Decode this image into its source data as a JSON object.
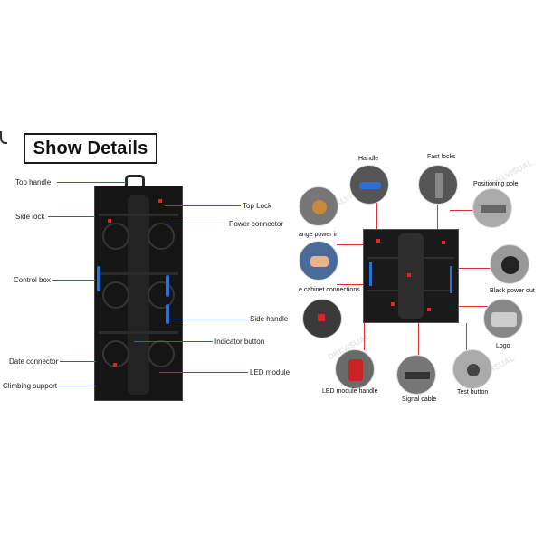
{
  "title": "Show Details",
  "left_labels": {
    "top_handle": "Top handle",
    "side_lock": "Side lock",
    "control_box": "Control box",
    "date_connector": "Date connector",
    "climbing_support": "Climbing support",
    "top_lock": "Top Lock",
    "power_connector": "Power connector",
    "side_handle": "Side handle",
    "indicator_button": "Indicator button",
    "led_module": "LED module"
  },
  "right_labels": {
    "handle": "Handle",
    "fast_locks": "Fast locks",
    "positioning_pole": "Positioning pole",
    "power_in": "ange power in",
    "cabinet_connections": "e cabinet connections",
    "black_power_out": "Black power out",
    "logo": "Logo",
    "led_module_handle": "LED module handle",
    "signal_cable": "Signal cable",
    "test_button": "Test button"
  },
  "watermark": "DKLVISUAL",
  "colors": {
    "accent_blue": "#2c6fd6",
    "callout_red": "#e03030",
    "leader_blue": "#3a5fa8"
  }
}
